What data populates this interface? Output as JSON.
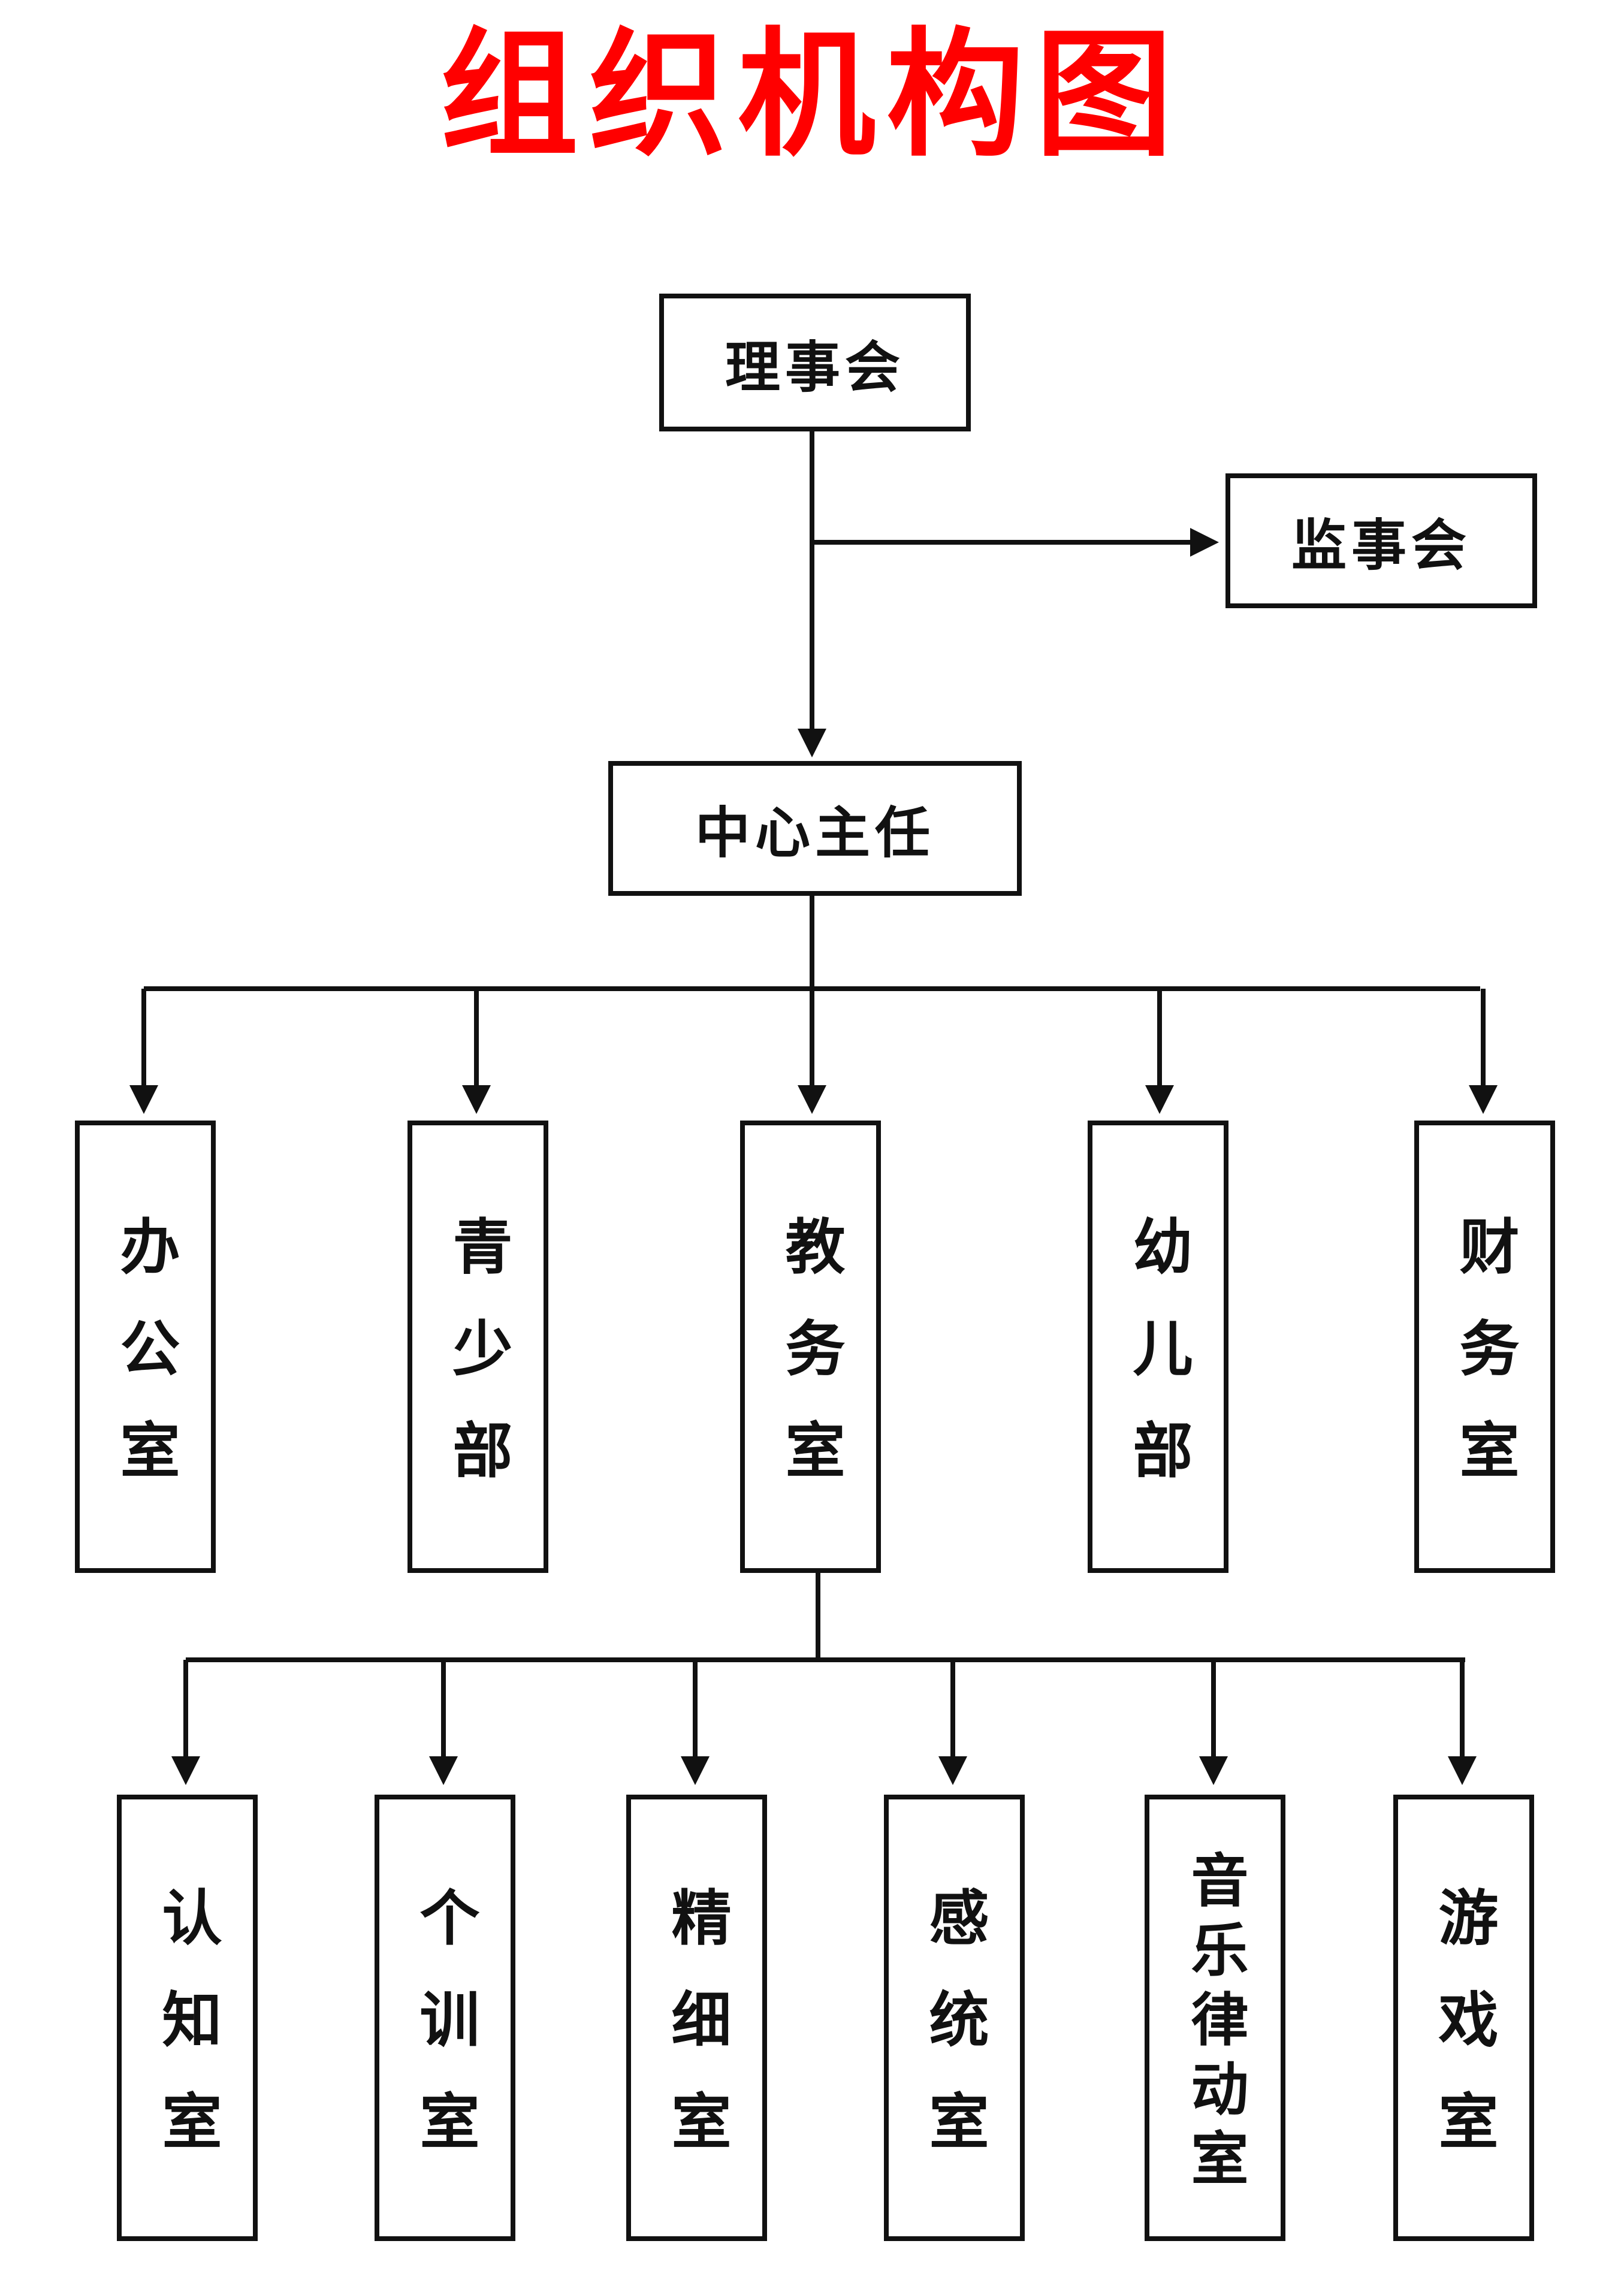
{
  "title": "组织机构图",
  "colors": {
    "title": "#ff0000",
    "line": "#111111",
    "box_border": "#111111"
  },
  "nodes": {
    "board": "理事会",
    "supervisors": "监事会",
    "director": "中心主任",
    "departments": [
      "办公室",
      "青少部",
      "教务室",
      "幼儿部",
      "财务室"
    ],
    "rooms": [
      "认知室",
      "个训室",
      "精细室",
      "感统室",
      "音乐律动室",
      "游戏室"
    ]
  }
}
